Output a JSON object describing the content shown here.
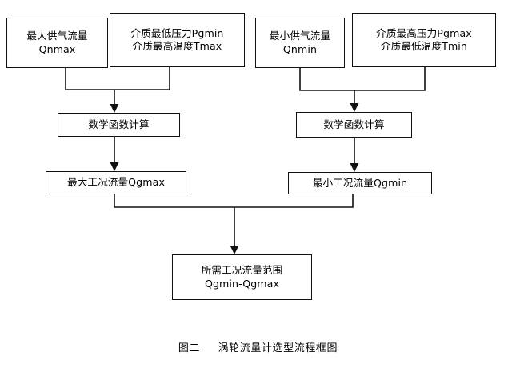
{
  "figure": {
    "caption_label": "图二",
    "caption_title": "涡轮流量计选型流程框图"
  },
  "colors": {
    "stroke": "#111111",
    "background": "#ffffff",
    "text": "#000000"
  },
  "nodes": {
    "max_supply_flow": {
      "line1": "最大供气流量",
      "line2": "Qnmax"
    },
    "min_pressure_max_temp": {
      "line1": "介质最低压力Pgmin",
      "line2": "介质最高温度Tmax"
    },
    "min_supply_flow": {
      "line1": "最小供气流量",
      "line2": "Qnmin"
    },
    "max_pressure_min_temp": {
      "line1": "介质最高压力Pgmax",
      "line2": "介质最低温度Tmin"
    },
    "math_function_left": {
      "line1": "数学函数计算"
    },
    "math_function_right": {
      "line1": "数学函数计算"
    },
    "qgmax": {
      "line1": "最大工况流量Qgmax"
    },
    "qgmin": {
      "line1": "最小工况流量Qgmin"
    },
    "required_range": {
      "line1": "所需工况流量范围",
      "line2": "Qgmin-Qgmax"
    }
  }
}
